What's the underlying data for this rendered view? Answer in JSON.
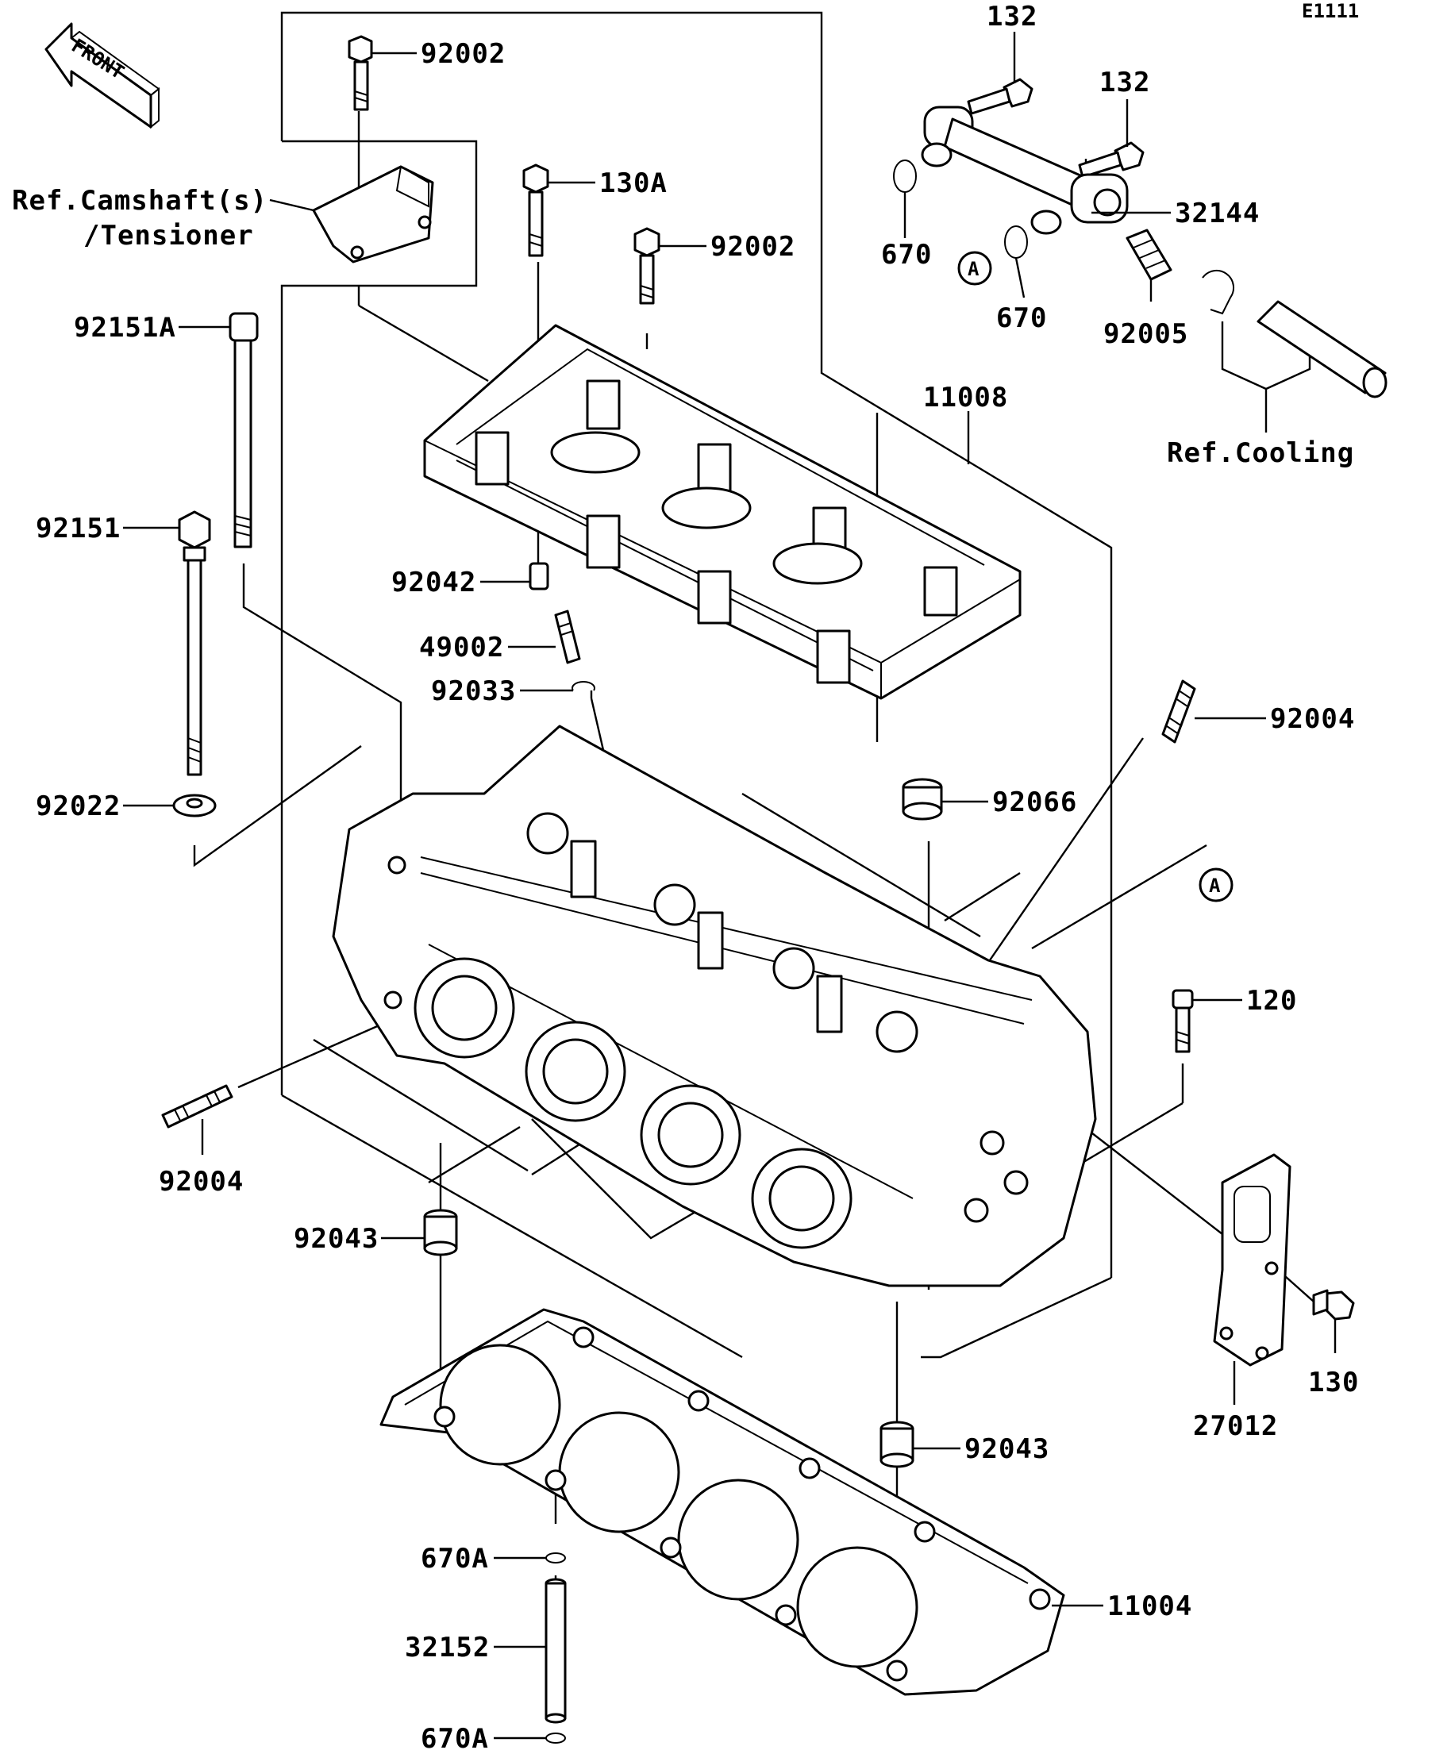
{
  "diagram_code": "E1111",
  "front_label": "FRONT",
  "callout_marker": "A",
  "ref_camshaft_line1": "Ref.Camshaft(s)",
  "ref_camshaft_line2": "/Tensioner",
  "ref_cooling": "Ref.Cooling",
  "parts": {
    "p92002_top": "92002",
    "p130A": "130A",
    "p92002_mid": "92002",
    "p132_a": "132",
    "p132_b": "132",
    "p32144": "32144",
    "p670_a": "670",
    "p670_b": "670",
    "p92005": "92005",
    "p92151A": "92151A",
    "p11008": "11008",
    "p92151": "92151",
    "p92042": "92042",
    "p49002": "49002",
    "p92033": "92033",
    "p92004_right": "92004",
    "p92022": "92022",
    "p92066": "92066",
    "p120": "120",
    "p92004_left": "92004",
    "p92043_left": "92043",
    "p130": "130",
    "p27012": "27012",
    "p92043_right": "92043",
    "p670A_top": "670A",
    "p11004": "11004",
    "p32152": "32152",
    "p670A_bottom": "670A"
  }
}
